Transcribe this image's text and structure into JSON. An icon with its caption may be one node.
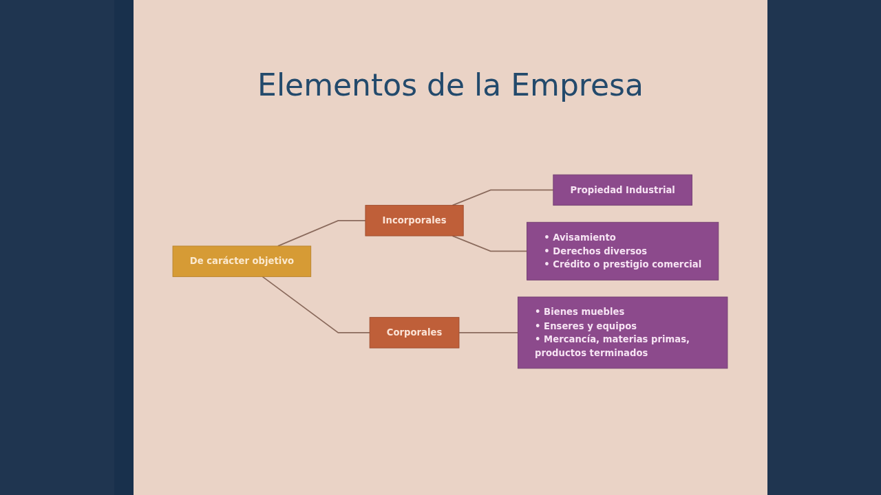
{
  "diagram": {
    "title": "Elementos de la Empresa",
    "nodes": [
      {
        "text": [
          "De carácter objetivo"
        ]
      },
      {
        "text": [
          "Incorporales"
        ]
      },
      {
        "text": [
          "Propiedad Industrial"
        ]
      },
      {
        "text": [
          "• Avisamiento",
          "• Derechos diversos",
          "• Crédito o prestigio comercial"
        ]
      },
      {
        "text": [
          "Corporales"
        ]
      },
      {
        "text": [
          "• Bienes muebles",
          "• Enseres y equipos",
          "• Mercancía, materias primas, productos terminados"
        ]
      }
    ],
    "edges": [
      {
        "from": 0,
        "to": 1,
        "arrow": "none"
      },
      {
        "from": 0,
        "to": 4,
        "arrow": "none"
      },
      {
        "from": 1,
        "to": 2,
        "arrow": "none"
      },
      {
        "from": 1,
        "to": 3,
        "arrow": "none"
      },
      {
        "from": 4,
        "to": 5,
        "arrow": "none"
      }
    ]
  }
}
